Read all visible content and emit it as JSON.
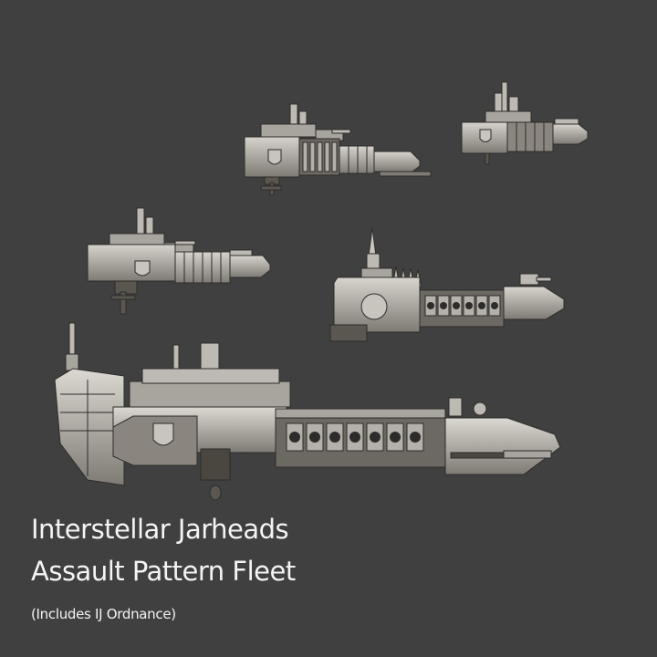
{
  "background_color": "#404040",
  "caption": {
    "title_line1": "Interstellar Jarheads",
    "title_line2": "Assault Pattern Fleet",
    "subtitle": "(Includes IJ Ordnance)",
    "text_color": "#f4f4f4"
  },
  "ships": [
    {
      "id": "cruiser-top-middle",
      "class": "cruiser",
      "position": "top-center"
    },
    {
      "id": "escort-top-right",
      "class": "escort",
      "position": "top-right"
    },
    {
      "id": "cruiser-middle-left",
      "class": "cruiser",
      "position": "middle-left"
    },
    {
      "id": "grand-cruiser-middle-right",
      "class": "grand-cruiser",
      "position": "middle-right"
    },
    {
      "id": "battleship-bottom",
      "class": "battleship",
      "position": "bottom"
    }
  ],
  "colors": {
    "hull_light": "#c8c4be",
    "hull_mid": "#9a9690",
    "hull_dark": "#5a5650",
    "hull_shadow": "#2e2c2a"
  }
}
